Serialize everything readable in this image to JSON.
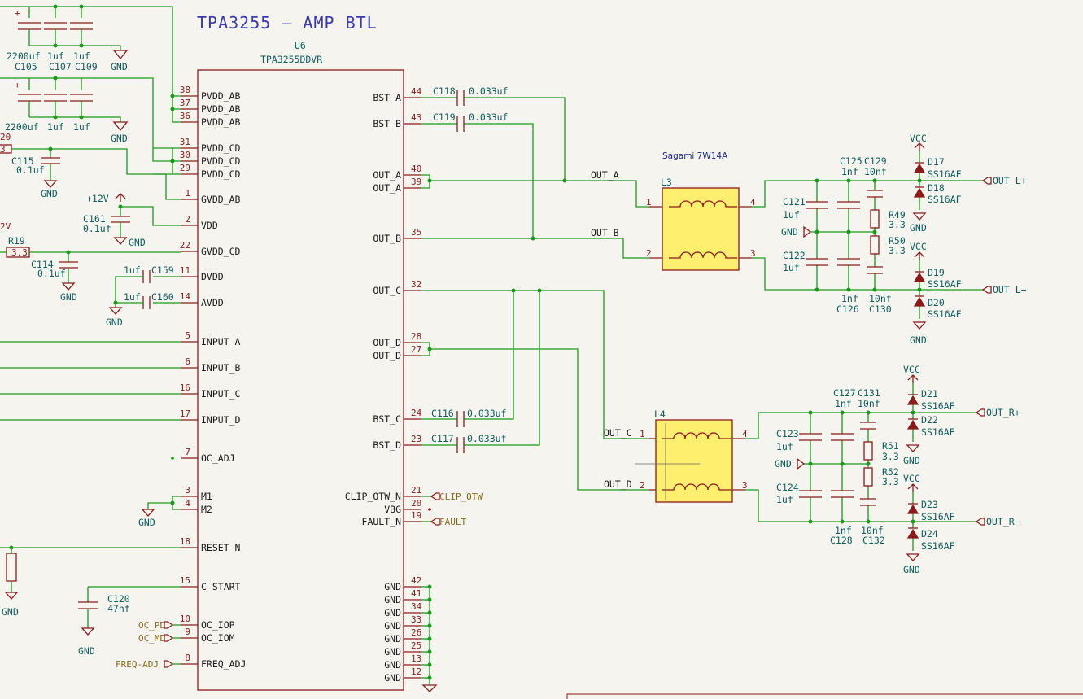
{
  "title": "TPA3255 — AMP BTL",
  "ic": {
    "ref": "U6",
    "part": "TPA3255DDVR"
  },
  "left_pins": [
    {
      "num": "38",
      "name": "PVDD_AB"
    },
    {
      "num": "37",
      "name": "PVDD_AB"
    },
    {
      "num": "36",
      "name": "PVDD_AB"
    },
    {
      "num": "31",
      "name": "PVDD_CD"
    },
    {
      "num": "30",
      "name": "PVDD_CD"
    },
    {
      "num": "29",
      "name": "PVDD_CD"
    },
    {
      "num": "1",
      "name": "GVDD_AB"
    },
    {
      "num": "2",
      "name": "VDD"
    },
    {
      "num": "22",
      "name": "GVDD_CD"
    },
    {
      "num": "11",
      "name": "DVDD"
    },
    {
      "num": "14",
      "name": "AVDD"
    },
    {
      "num": "5",
      "name": "INPUT_A"
    },
    {
      "num": "6",
      "name": "INPUT_B"
    },
    {
      "num": "16",
      "name": "INPUT_C"
    },
    {
      "num": "17",
      "name": "INPUT_D"
    },
    {
      "num": "7",
      "name": "OC_ADJ"
    },
    {
      "num": "3",
      "name": "M1"
    },
    {
      "num": "4",
      "name": "M2"
    },
    {
      "num": "18",
      "name": "RESET_N"
    },
    {
      "num": "15",
      "name": "C_START"
    },
    {
      "num": "10",
      "name": "OC_IOP"
    },
    {
      "num": "9",
      "name": "OC_IOM"
    },
    {
      "num": "8",
      "name": "FREQ_ADJ"
    }
  ],
  "right_pins": [
    {
      "num": "44",
      "name": "BST_A"
    },
    {
      "num": "43",
      "name": "BST_B"
    },
    {
      "num": "40",
      "name": "OUT_A"
    },
    {
      "num": "39",
      "name": "OUT_A"
    },
    {
      "num": "35",
      "name": "OUT_B"
    },
    {
      "num": "32",
      "name": "OUT_C"
    },
    {
      "num": "28",
      "name": "OUT_D"
    },
    {
      "num": "27",
      "name": "OUT_D"
    },
    {
      "num": "24",
      "name": "BST_C"
    },
    {
      "num": "23",
      "name": "BST_D"
    },
    {
      "num": "21",
      "name": "CLIP_OTW_N"
    },
    {
      "num": "20",
      "name": "VBG"
    },
    {
      "num": "19",
      "name": "FAULT_N"
    },
    {
      "num": "42",
      "name": "GND"
    },
    {
      "num": "41",
      "name": "GND"
    },
    {
      "num": "34",
      "name": "GND"
    },
    {
      "num": "33",
      "name": "GND"
    },
    {
      "num": "26",
      "name": "GND"
    },
    {
      "num": "25",
      "name": "GND"
    },
    {
      "num": "13",
      "name": "GND"
    },
    {
      "num": "12",
      "name": "GND"
    }
  ],
  "components": {
    "c105": "C105",
    "c107": "C107",
    "c109": "C109",
    "v2200a": "2200uf",
    "v1a": "1uf",
    "v1b": "1uf",
    "v2200b": "2200uf",
    "v1c": "1uf",
    "v1d": "1uf",
    "c115": "C115",
    "c115v": "0.1uf",
    "c161": "C161",
    "c161v": "0.1uf",
    "r19": "R19",
    "r19v": "3.3",
    "c114": "C114",
    "c114v": "0.1uf",
    "c159": "C159",
    "c159v": "1uf",
    "c160": "C160",
    "c160v": "1uf",
    "c120": "C120",
    "c120v": "47nf",
    "c118": "C118",
    "c118v": "0.033uf",
    "c119": "C119",
    "c119v": "0.033uf",
    "c116": "C116",
    "c116v": "0.033uf",
    "c117": "C117",
    "c117v": "0.033uf",
    "l3": "L3",
    "l4": "L4",
    "sagami": "Sagami 7W14A",
    "c125": "C125",
    "c129": "C129",
    "c125v": "1nf",
    "c129v": "10nf",
    "c121": "C121",
    "c121v": "1uf",
    "c122": "C122",
    "c122v": "1uf",
    "r49": "R49",
    "r49v": "3.3",
    "r50": "R50",
    "r50v": "3.3",
    "c126": "C126",
    "c126v": "1nf",
    "c130": "C130",
    "c130v": "10nf",
    "d17": "D17",
    "d18": "D18",
    "d19": "D19",
    "d20": "D20",
    "c127": "C127",
    "c131": "C131",
    "c127v": "1nf",
    "c131v": "10nf",
    "c123": "C123",
    "c123v": "1uf",
    "c124": "C124",
    "c124v": "1uf",
    "r51": "R51",
    "r51v": "3.3",
    "r52": "R52",
    "r52v": "3.3",
    "c128": "C128",
    "c128v": "1nf",
    "c132": "C132",
    "c132v": "10nf",
    "d21": "D21",
    "d22": "D22",
    "d23": "D23",
    "d24": "D24",
    "ss16": "SS16AF"
  },
  "nets": {
    "gnd": "GND",
    "vcc": "VCC",
    "v12": "+12V",
    "v2": "2V",
    "v20": "20",
    "v3": "3",
    "out_a": "OUT_A",
    "out_b": "OUT_B",
    "out_c": "OUT_C",
    "out_d": "OUT_D",
    "out_lp": "OUT_L+",
    "out_lm": "OUT_L−",
    "out_rp": "OUT_R+",
    "out_rm": "OUT_R−",
    "clip_otw": "CLIP_OTW",
    "fault": "FAULT",
    "oc_pd": "OC_PD",
    "oc_md": "OC_MD",
    "freq_adj": "FREQ-ADJ",
    "p1": "1",
    "p2": "2",
    "p3": "3",
    "p4": "4"
  },
  "colors": {
    "wire": "#1a9a1a",
    "device": "#8b1a1a",
    "text": "#0d5f5f",
    "label": "#8a6a1a",
    "inductor_fill": "#ffef6e",
    "background": "#f5f4ef"
  }
}
